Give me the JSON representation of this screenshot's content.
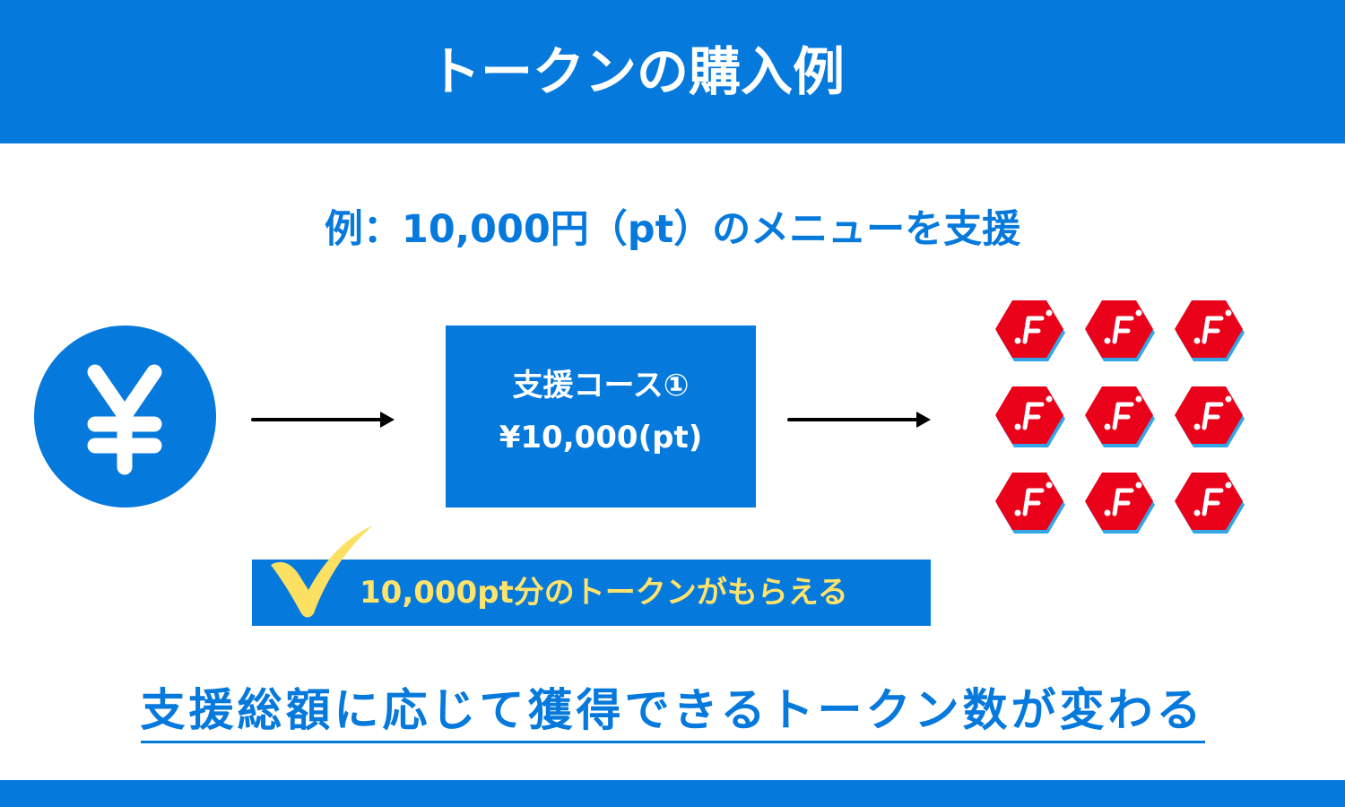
{
  "header": {
    "title": "トークンの購入例"
  },
  "example": {
    "text": "例：10,000円（pt）のメニューを支援"
  },
  "currency": {
    "icon": "yen-icon"
  },
  "course": {
    "name": "支援コース①",
    "price": "¥10,000(pt)"
  },
  "tokens": {
    "icon": "token-f-icon",
    "rows": 3,
    "columns": 3
  },
  "benefit": {
    "text": "10,000pt分のトークンがもらえる",
    "icon": "checkmark-icon"
  },
  "conclusion": {
    "text": "支援総額に応じて獲得できるトークン数が変わる"
  },
  "colors": {
    "brand_blue": "#0679dc",
    "token_red": "#e9021a",
    "check_yellow": "#fbe062",
    "banner_text_yellow": "#ffe36a"
  }
}
